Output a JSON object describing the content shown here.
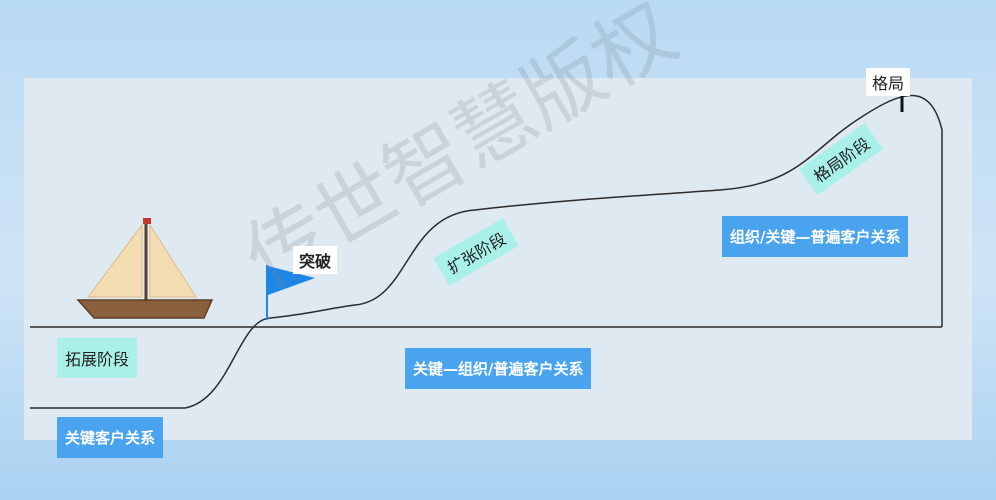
{
  "labels": {
    "start_stage": "拓展阶段",
    "expand_stage": "扩张阶段",
    "pattern_stage": "格局阶段",
    "breakthrough": "突破",
    "pattern_peak": "格局",
    "relation_1": "关键客户关系",
    "relation_2": "关键—组织/普遍客户关系",
    "relation_3": "组织/关键—普遍客户关系"
  },
  "watermark": "传世智慧版权",
  "colors": {
    "curve": "#2b2b2b",
    "flag": "#1f86e6",
    "label_blue": "#4aa3ee",
    "label_teal": "#a9f0e9",
    "boat_hull": "#8a5f3c",
    "sail": "#f3dcb0"
  }
}
